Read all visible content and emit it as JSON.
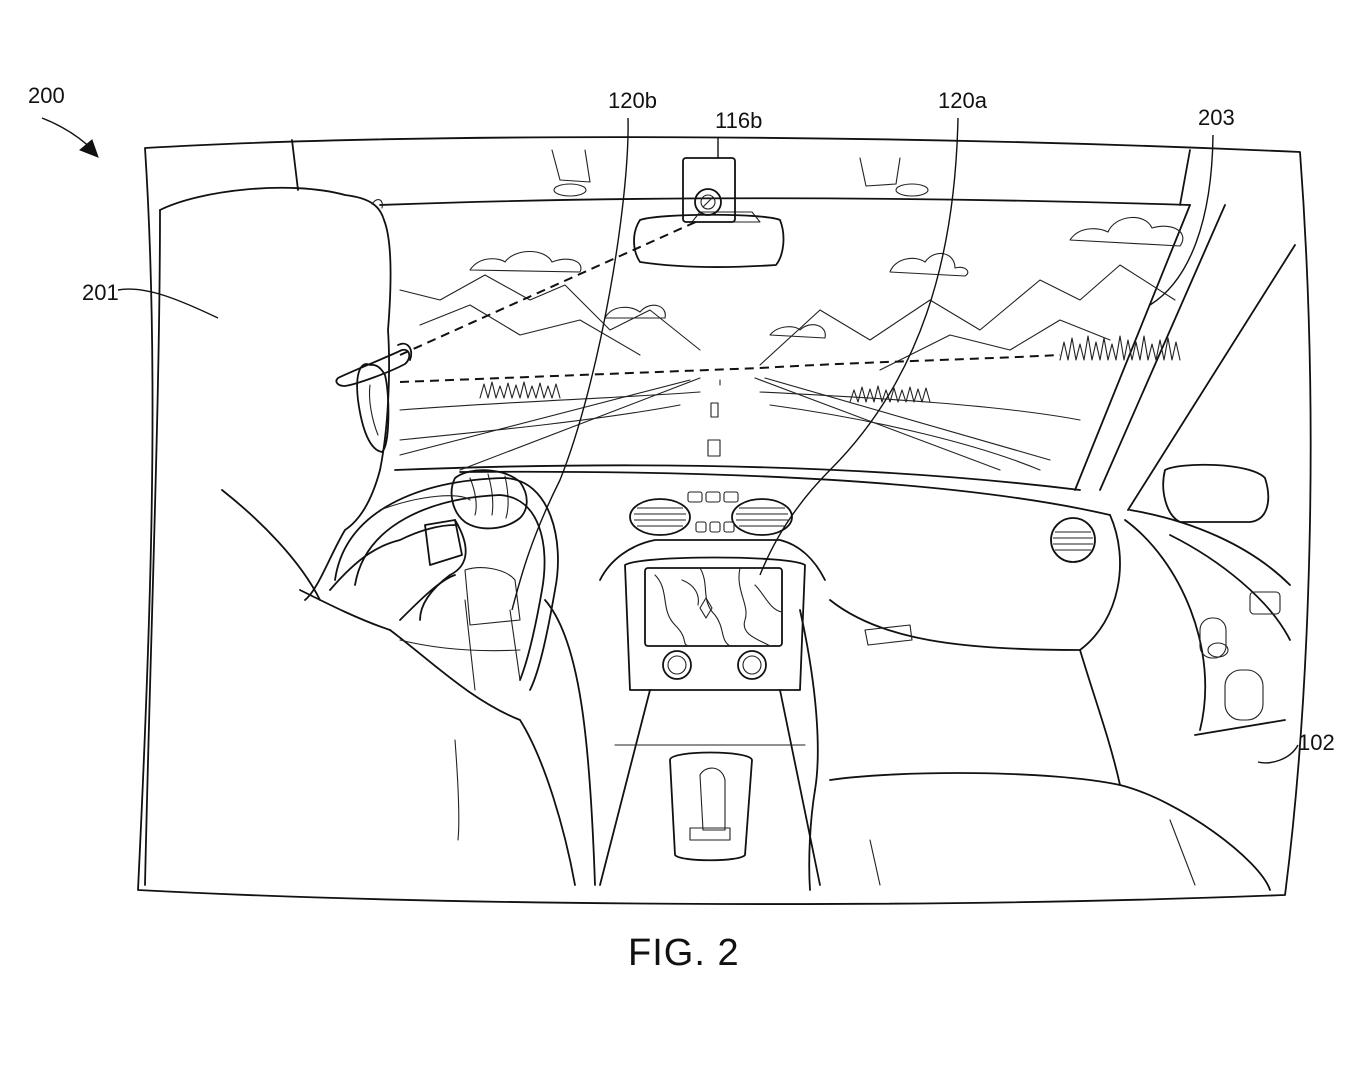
{
  "figure": {
    "caption": "FIG. 2",
    "reference_numerals": {
      "system": "200",
      "occupant": "201",
      "windshield_view": "203",
      "camera": "116b",
      "display_a": "120a",
      "display_b": "120b",
      "vehicle": "102"
    }
  }
}
